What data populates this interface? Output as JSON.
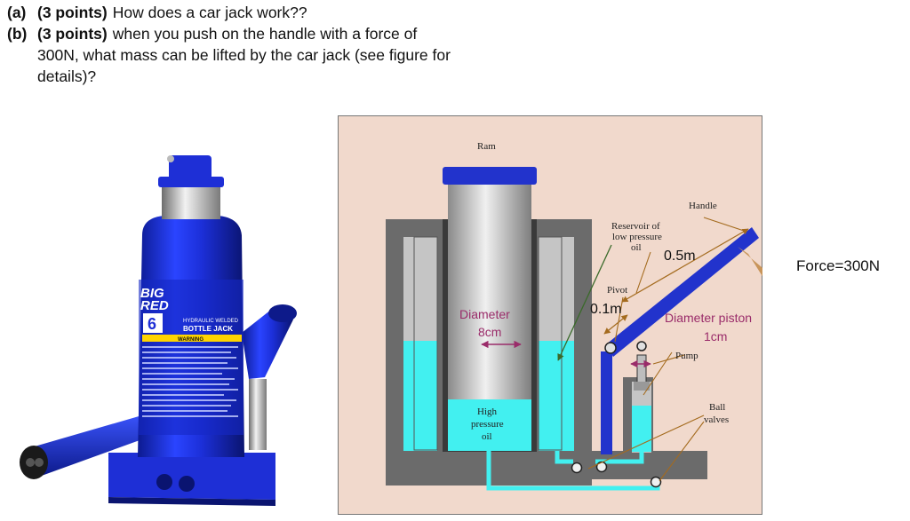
{
  "questions": {
    "a": {
      "label": "(a)",
      "points": "(3 points)",
      "text": "How does a car jack work??"
    },
    "b": {
      "label": "(b)",
      "points": "(3 points)",
      "line1": "when you push on the handle with a force of",
      "line2": "300N, what mass can be lifted by the car jack (see figure for",
      "line3": "details)?"
    }
  },
  "photo": {
    "brand_line1": "BIG",
    "brand_line2": "RED",
    "capacity": "6",
    "product_line1": "HYDRAULIC WELDED",
    "product_line2": "BOTTLE JACK",
    "warning": "WARNING",
    "colors": {
      "body": "#1e2fd6",
      "body_dark": "#0d1a8a",
      "chrome": "#c9c9c9"
    }
  },
  "diagram": {
    "ram": "Ram",
    "handle": "Handle",
    "reservoir_line1": "Reservoir of",
    "reservoir_line2": "low pressure",
    "reservoir_line3": "oil",
    "handle_length": "0.5m",
    "pivot": "Pivot",
    "pivot_distance": "0.1m",
    "ram_diameter_label": "Diameter",
    "ram_diameter_value": "8cm",
    "piston_diameter_label": "Diameter piston",
    "piston_diameter_value": "1cm",
    "pump": "Pump",
    "high_line1": "High",
    "high_line2": "pressure",
    "high_line3": "oil",
    "ball_line1": "Ball",
    "ball_line2": "valves",
    "force": "Force=300N",
    "colors": {
      "background": "#f1d9cc",
      "housing": "#6b6b6b",
      "oil": "#42f0f0",
      "handle": "#2233cc",
      "arrow": "#c8955a",
      "annotation": "#9a2c6a",
      "leader": "#a46b1e"
    }
  }
}
